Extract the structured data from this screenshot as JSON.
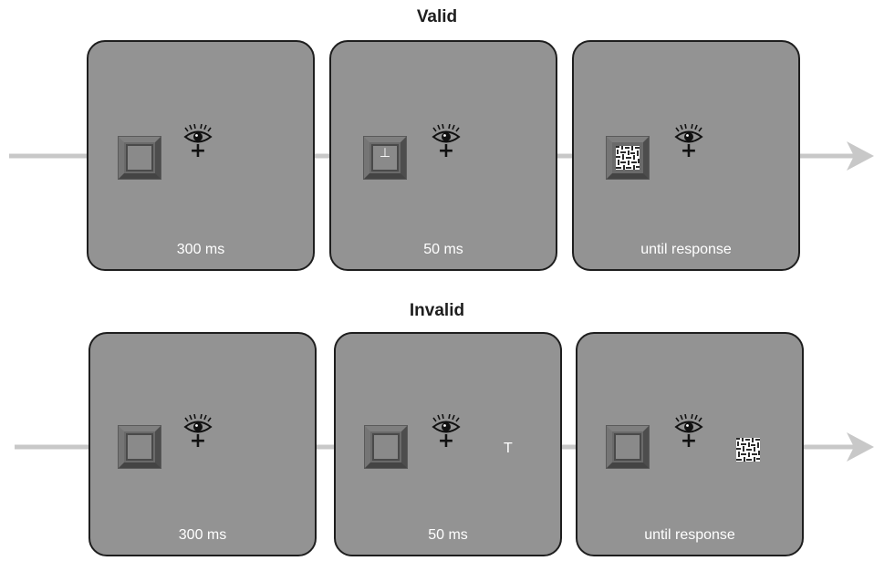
{
  "rows": [
    {
      "title": "Valid",
      "panels": [
        {
          "duration": "300 ms",
          "box_content": "",
          "peripheral": ""
        },
        {
          "duration": "50 ms",
          "box_content": "⊥",
          "peripheral": ""
        },
        {
          "duration": "until response",
          "box_content": "mask",
          "peripheral": ""
        }
      ]
    },
    {
      "title": "Invalid",
      "panels": [
        {
          "duration": "300 ms",
          "box_content": "",
          "peripheral": ""
        },
        {
          "duration": "50 ms",
          "box_content": "",
          "peripheral": "T"
        },
        {
          "duration": "until response",
          "box_content": "",
          "peripheral": "mask"
        }
      ]
    }
  ],
  "colors": {
    "panel_fill": "#939393",
    "panel_border": "#1e1e1e",
    "timeline_arrow": "#c8c8c8",
    "duration_text": "#ffffff"
  },
  "icons": [
    "eye-icon",
    "fixation-cross",
    "placeholder-box",
    "pattern-mask"
  ]
}
